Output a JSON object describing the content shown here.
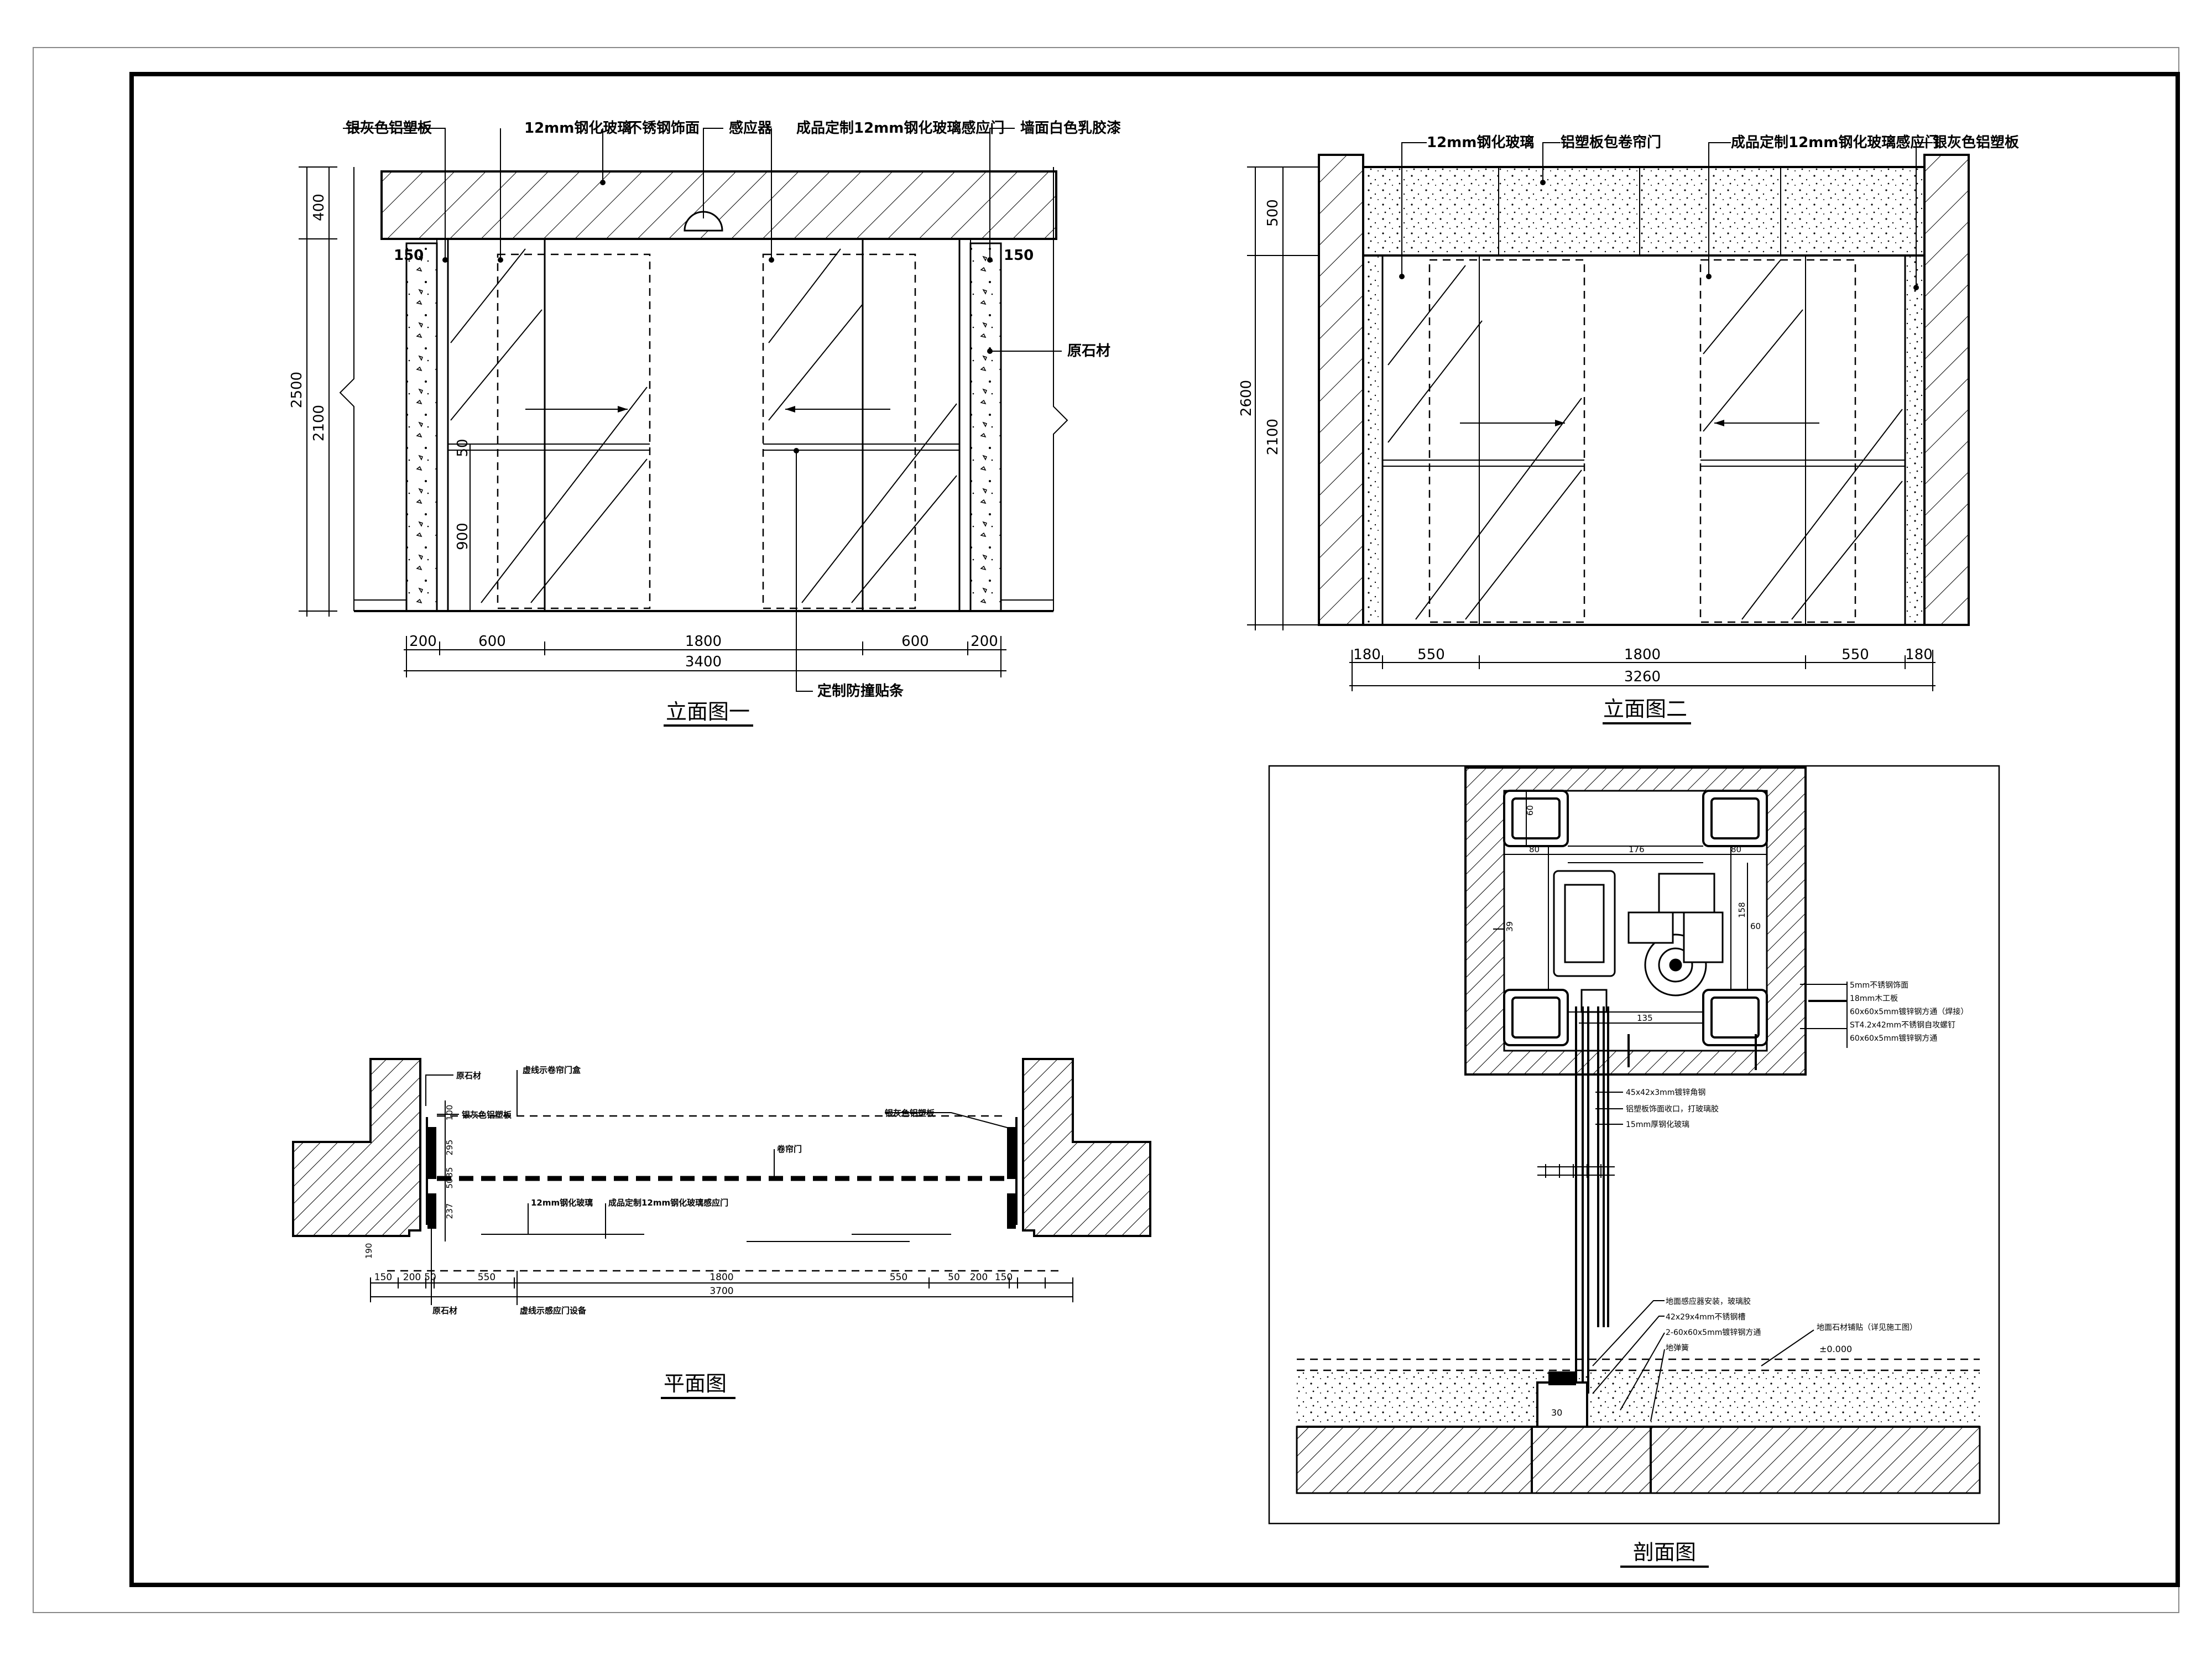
{
  "elevation_1": {
    "title": "立面图一",
    "labels": {
      "panel_left": "银灰色铝塑板",
      "glass": "12mm钢化玻璃",
      "steel": "不锈钢饰面",
      "sensor": "感应器",
      "door": "成品定制12mm钢化玻璃感应门",
      "wall_paint": "墙面白色乳胶漆",
      "stone": "原石材",
      "strip": "定制防撞贴条"
    },
    "dims": {
      "h_top": "400",
      "h_total": "2500",
      "h_door": "2100",
      "h_rail": "50",
      "h_low": "900",
      "side_l": "150",
      "side_r": "150",
      "w1": "200",
      "w2": "600",
      "w3": "1800",
      "w4": "600",
      "w5": "200",
      "w_total": "3400"
    }
  },
  "elevation_2": {
    "title": "立面图二",
    "labels": {
      "glass": "12mm钢化玻璃",
      "shutter": "铝塑板包卷帘门",
      "door": "成品定制12mm钢化玻璃感应门",
      "panel": "银灰色铝塑板"
    },
    "dims": {
      "h_top": "500",
      "h_total": "2600",
      "h_door": "2100",
      "w1": "180",
      "w2": "550",
      "w3": "1800",
      "w4": "550",
      "w5": "180",
      "w_total": "3260"
    }
  },
  "plan": {
    "title": "平面图",
    "labels": {
      "stone_top": "原石材",
      "shutter_box": "虚线示卷帘门盒",
      "panel_l": "银灰色铝塑板",
      "panel_r": "银灰色铝塑板",
      "shutter": "卷帘门",
      "glass": "12mm钢化玻璃",
      "door": "成品定制12mm钢化玻璃感应门",
      "stone_bottom": "原石材",
      "sensor_device": "虚线示感应门设备"
    },
    "dims": {
      "v1": "100",
      "v2": "295",
      "v3": "35",
      "v4": "50",
      "v5": "237",
      "v6": "190",
      "w1": "150",
      "w2": "200",
      "w3": "50",
      "w4": "550",
      "w5": "1800",
      "w6": "550",
      "w7": "50",
      "w8": "200",
      "w9": "150",
      "w_total": "3700"
    }
  },
  "section": {
    "title": "剖面图",
    "dims": {
      "d60_top": "60",
      "d80_l": "80",
      "d176": "176",
      "d80_r": "80",
      "d39": "39",
      "d158": "158",
      "d60_r": "60",
      "d135": "135",
      "d30": "30",
      "level": "±0.000"
    },
    "notes_right": [
      "5mm不锈钢饰面",
      "18mm木工板",
      "60x60x5mm镀锌钢方通（焊接）",
      "ST4.2x42mm不锈钢自攻螺钉",
      "60x60x5mm镀锌钢方通"
    ],
    "notes_mid": [
      "45x42x3mm镀锌角钢",
      "铝塑板饰面收口，打玻璃胶",
      "15mm厚钢化玻璃"
    ],
    "notes_low": [
      "地面感应器安装，玻璃胶",
      "42x29x4mm不锈钢槽",
      "2-60x60x5mm镀锌钢方通",
      "地弹簧"
    ],
    "note_floor": "地面石材铺贴（详见施工图）"
  }
}
